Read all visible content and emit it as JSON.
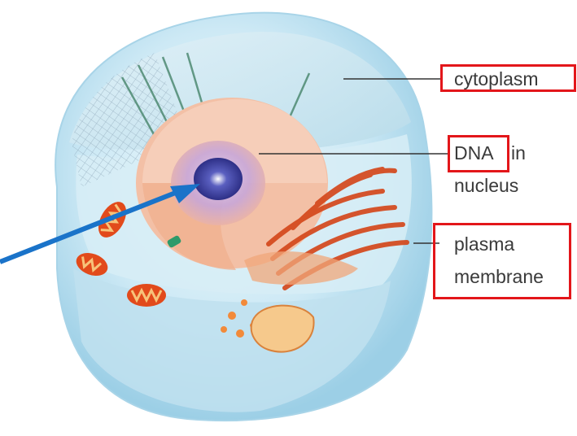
{
  "labels": {
    "cytoplasm": "cytoplasm",
    "dna": "DNA",
    "dna_in": "in",
    "nucleus": "nucleus",
    "plasma": "plasma",
    "membrane": "membrane"
  },
  "colors": {
    "highlight": "#e3161a",
    "arrow": "#1a73c9",
    "leader": "#333333",
    "membrane": "#bfe3f2",
    "nucleus": "#f2b69a",
    "chromatin": "#3a3f9c",
    "organelle": "#e0521b"
  }
}
